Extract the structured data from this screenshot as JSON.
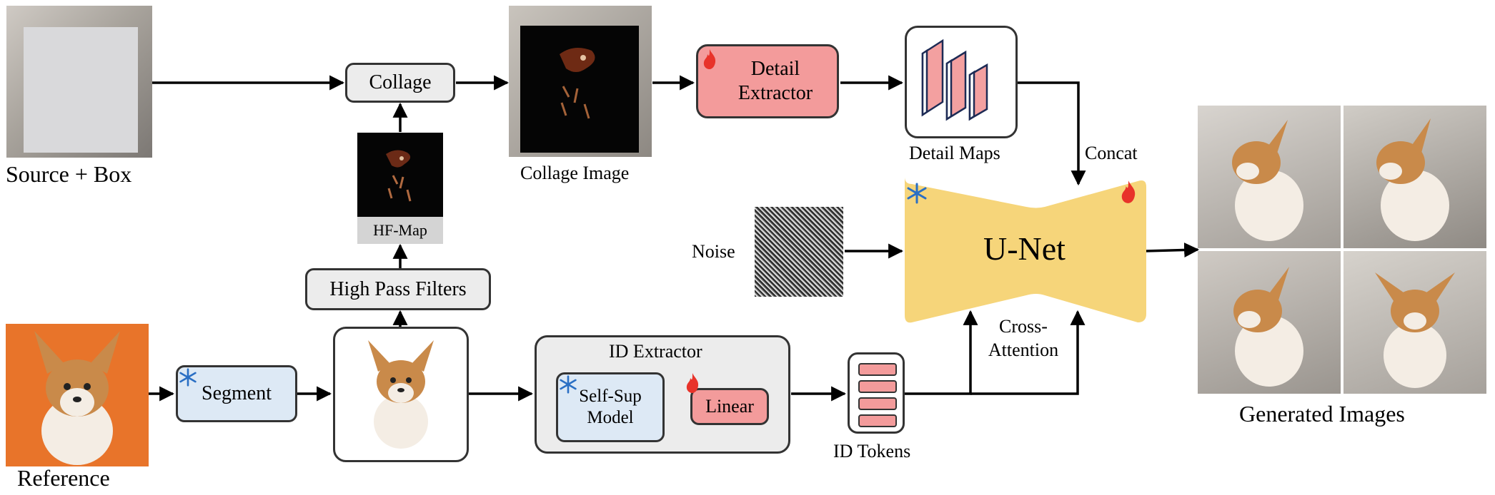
{
  "labels": {
    "source_box": "Source + Box",
    "reference": "Reference",
    "collage": "Collage",
    "hf_map": "HF-Map",
    "high_pass_filters": "High Pass Filters",
    "collage_image": "Collage Image",
    "detail_extractor": "Detail Extractor",
    "detail_maps": "Detail Maps",
    "concat": "Concat",
    "noise": "Noise",
    "unet": "U-Net",
    "cross_attention": "Cross-Attention",
    "segment": "Segment",
    "id_extractor": "ID Extractor",
    "self_sup_model": "Self-Sup Model",
    "linear": "Linear",
    "id_tokens": "ID Tokens",
    "generated_images": "Generated Images"
  },
  "colors": {
    "trainable_fill": "#f39b9b",
    "frozen_fill": "#dde9f5",
    "unet_fill": "#f6d57a",
    "neutral_fill": "#ececec",
    "fire_icon": "#e8332a",
    "snowflake_icon": "#2a6fc4"
  },
  "icons": {
    "trainable": "fire-icon",
    "frozen": "snowflake-icon"
  }
}
